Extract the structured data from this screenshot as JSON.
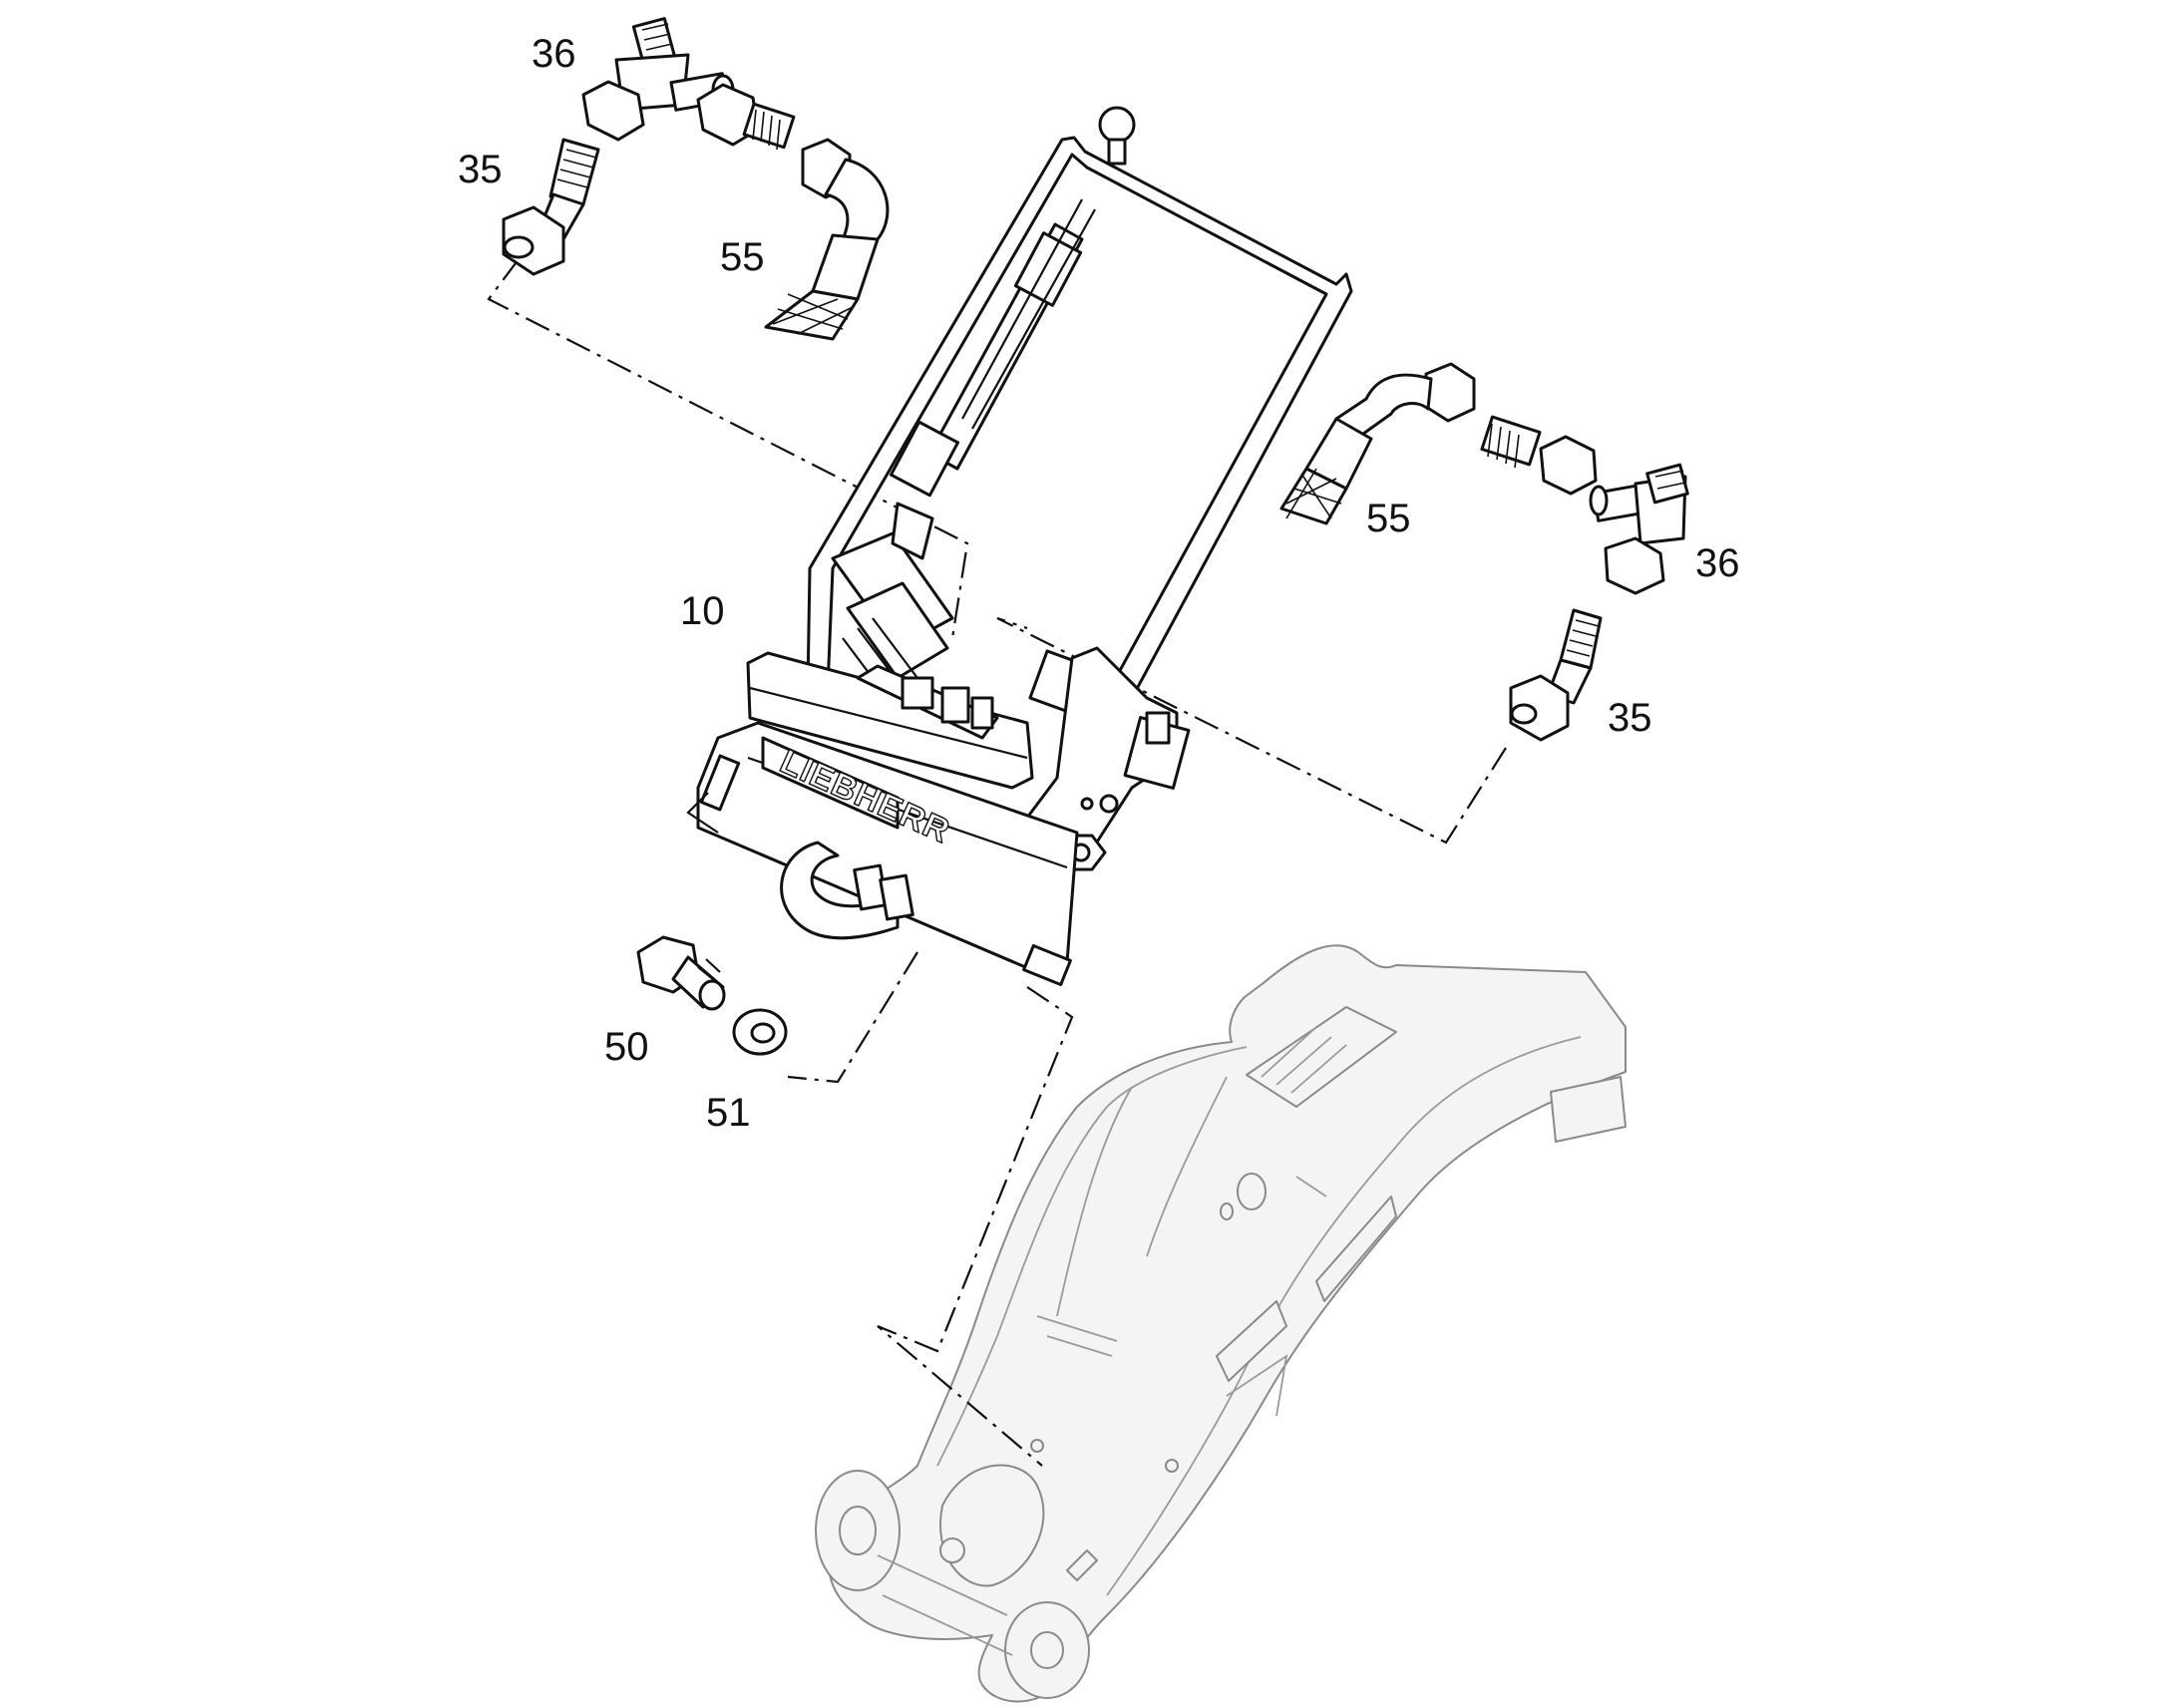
{
  "diagram": {
    "brand_logo": "LIEBHERR",
    "callouts": [
      {
        "id": "c36a",
        "text": "36"
      },
      {
        "id": "c35a",
        "text": "35"
      },
      {
        "id": "c55a",
        "text": "55"
      },
      {
        "id": "c55b",
        "text": "55"
      },
      {
        "id": "c36b",
        "text": "36"
      },
      {
        "id": "c10",
        "text": "10"
      },
      {
        "id": "c35b",
        "text": "35"
      },
      {
        "id": "c50",
        "text": "50"
      },
      {
        "id": "c51",
        "text": "51"
      }
    ]
  }
}
